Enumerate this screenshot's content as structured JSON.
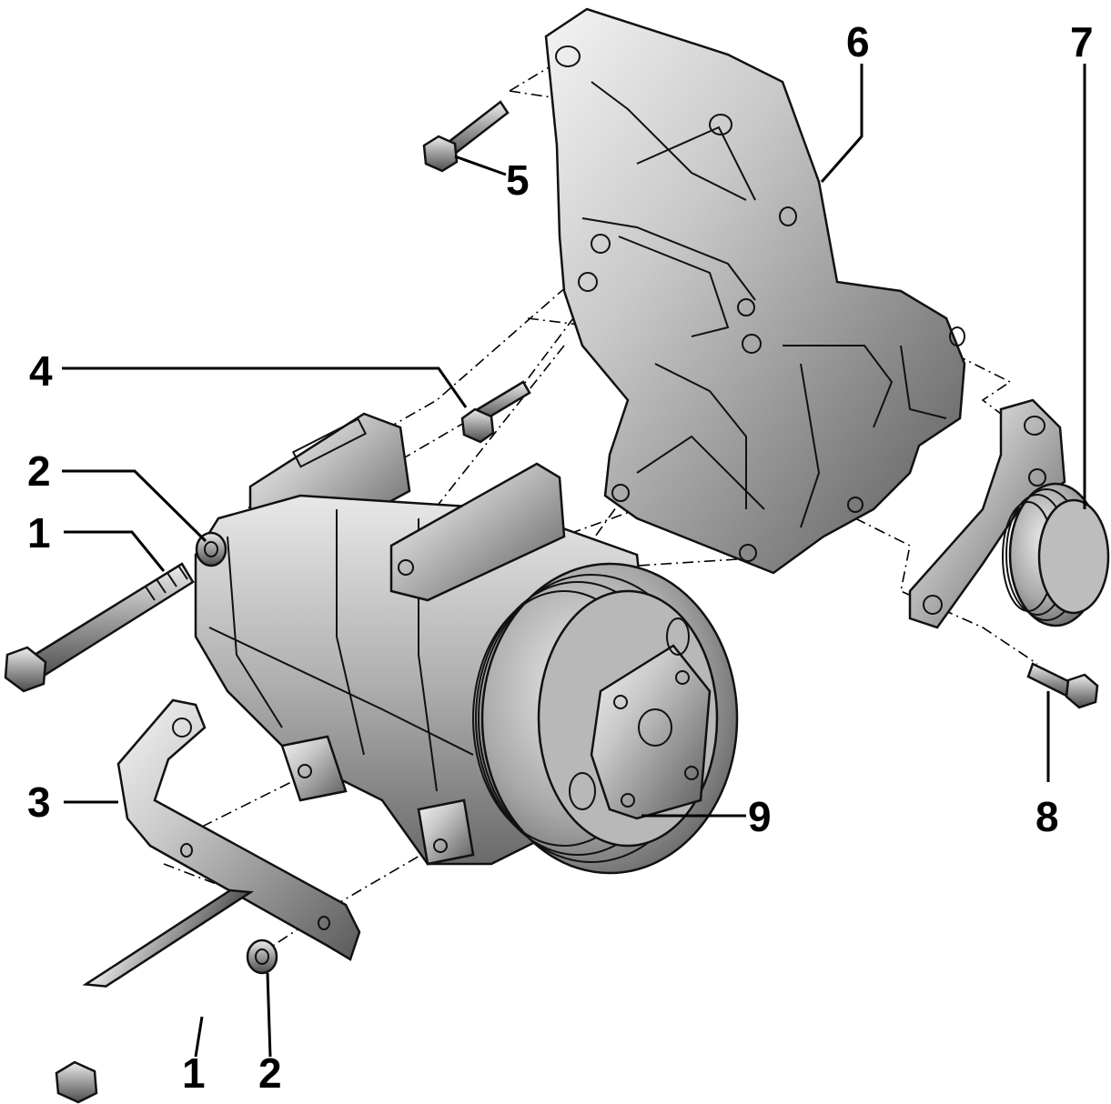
{
  "callouts": {
    "c1_top": "1",
    "c2_top": "2",
    "c3": "3",
    "c4": "4",
    "c5": "5",
    "c6": "6",
    "c7": "7",
    "c8": "8",
    "c9": "9",
    "c1_bottom": "1",
    "c2_bottom": "2"
  }
}
